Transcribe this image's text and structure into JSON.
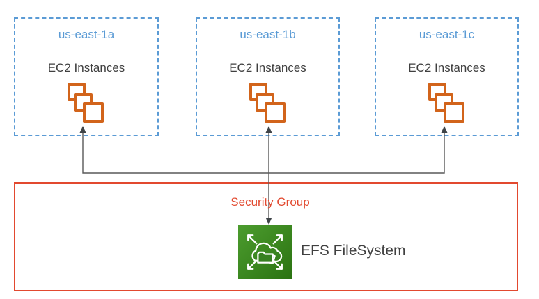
{
  "zones": [
    {
      "label": "us-east-1a",
      "service": "EC2 Instances"
    },
    {
      "label": "us-east-1b",
      "service": "EC2 Instances"
    },
    {
      "label": "us-east-1c",
      "service": "EC2 Instances"
    }
  ],
  "security_group": {
    "label": "Security Group"
  },
  "efs": {
    "label": "EFS FileSystem"
  },
  "icons": {
    "ec2": "ec2-instances-stacked-squares-icon",
    "efs": "efs-cloud-folder-expand-icon"
  },
  "colors": {
    "zone_border": "#5B9BD5",
    "zone_label": "#5B9BD5",
    "text_dark": "#404040",
    "ec2_icon_orange": "#D2641B",
    "security_border": "#E2492F",
    "security_label": "#E2492F",
    "efs_green_light": "#4C9C2E",
    "efs_green_dark": "#2B7312",
    "arrow_line": "#595959",
    "arrow_head": "#3F4448"
  }
}
